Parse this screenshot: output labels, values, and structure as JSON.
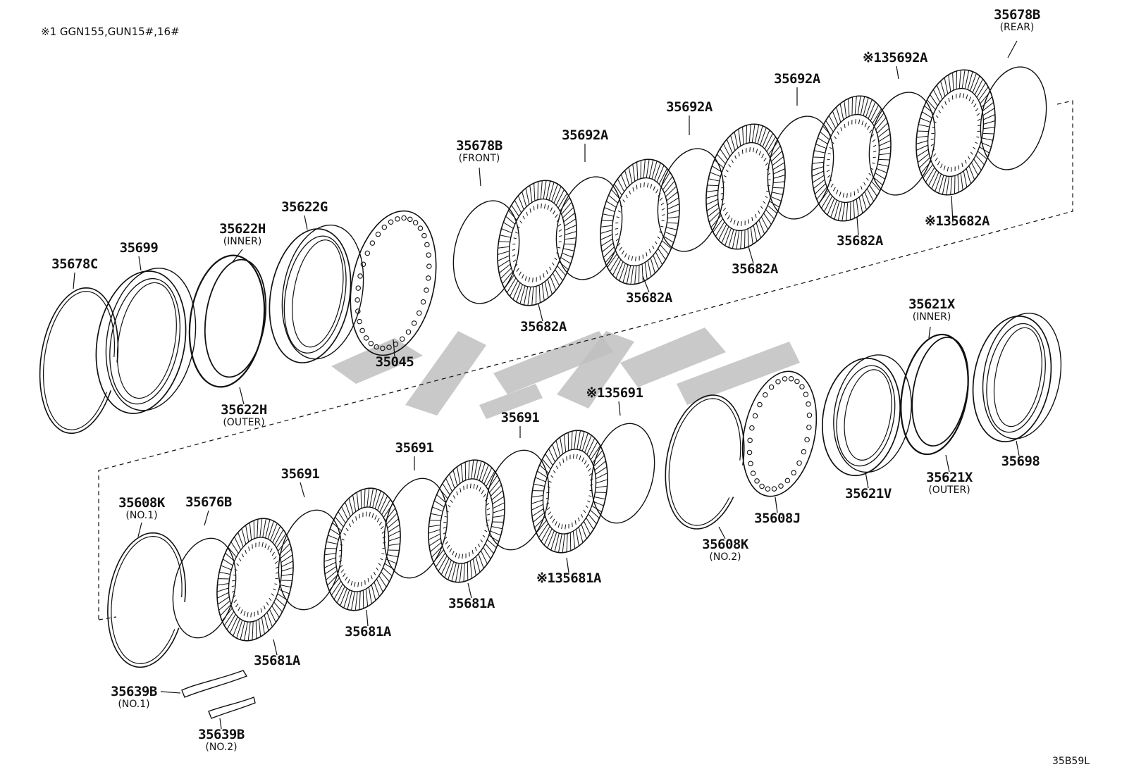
{
  "note": "※1 GGN155,GUN15#,16#",
  "diagram_code": "35B59L",
  "colors": {
    "line": "#111111",
    "watermark": "#bfbfbf",
    "background": "#ffffff"
  },
  "labels": [
    {
      "pn": "35678B",
      "note": "(REAR)"
    },
    {
      "pn": "※135692A",
      "note": ""
    },
    {
      "pn": "35692A",
      "note": ""
    },
    {
      "pn": "35692A",
      "note": ""
    },
    {
      "pn": "35678B",
      "note": "(FRONT)"
    },
    {
      "pn": "35692A",
      "note": ""
    },
    {
      "pn": "35622G",
      "note": ""
    },
    {
      "pn": "35622H",
      "note": "(INNER)"
    },
    {
      "pn": "35699",
      "note": ""
    },
    {
      "pn": "35678C",
      "note": ""
    },
    {
      "pn": "※135682A",
      "note": ""
    },
    {
      "pn": "35682A",
      "note": ""
    },
    {
      "pn": "35682A",
      "note": ""
    },
    {
      "pn": "35682A",
      "note": ""
    },
    {
      "pn": "35682A",
      "note": ""
    },
    {
      "pn": "35045",
      "note": ""
    },
    {
      "pn": "35622H",
      "note": "(OUTER)"
    },
    {
      "pn": "35621X",
      "note": "(INNER)"
    },
    {
      "pn": "※135691",
      "note": ""
    },
    {
      "pn": "35691",
      "note": ""
    },
    {
      "pn": "35691",
      "note": ""
    },
    {
      "pn": "35691",
      "note": ""
    },
    {
      "pn": "35608K",
      "note": "(NO.1)"
    },
    {
      "pn": "35676B",
      "note": ""
    },
    {
      "pn": "35698",
      "note": ""
    },
    {
      "pn": "35621X",
      "note": "(OUTER)"
    },
    {
      "pn": "35621V",
      "note": ""
    },
    {
      "pn": "35608J",
      "note": ""
    },
    {
      "pn": "35608K",
      "note": "(NO.2)"
    },
    {
      "pn": "※135681A",
      "note": ""
    },
    {
      "pn": "35681A",
      "note": ""
    },
    {
      "pn": "35681A",
      "note": ""
    },
    {
      "pn": "35681A",
      "note": ""
    },
    {
      "pn": "35639B",
      "note": "(NO.1)"
    },
    {
      "pn": "35639B",
      "note": "(NO.2)"
    }
  ]
}
